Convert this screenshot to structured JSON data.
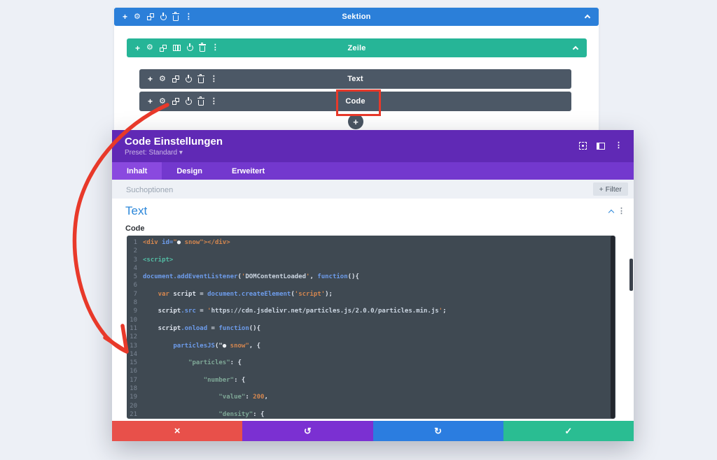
{
  "builder": {
    "section": {
      "label": "Sektion"
    },
    "row": {
      "label": "Zeile"
    },
    "modules": {
      "text": "Text",
      "code": "Code"
    },
    "add_button": "+"
  },
  "modal": {
    "title": "Code Einstellungen",
    "preset": "Preset: Standard",
    "preset_caret": "▾",
    "tabs": [
      "Inhalt",
      "Design",
      "Erweitert"
    ],
    "active_tab": "Inhalt",
    "search_placeholder": "Suchoptionen",
    "filter_button": "+ Filter",
    "section_heading": "Text",
    "field_label": "Code"
  },
  "icons": {
    "move": "+",
    "gear": "⚙",
    "dots": "⋮",
    "close": "×",
    "undo": "↺",
    "redo": "↻",
    "check": "✓"
  },
  "editor": {
    "lines": [
      {
        "n": 1,
        "ind": 0,
        "tok": [
          [
            "o",
            "<div "
          ],
          [
            "b",
            "id="
          ],
          [
            "o",
            "\""
          ],
          [
            "dot",
            "●"
          ],
          [
            "o",
            " snow\"></div>"
          ]
        ]
      },
      {
        "n": 2,
        "ind": 0,
        "tok": []
      },
      {
        "n": 3,
        "ind": 0,
        "tok": [
          [
            "g",
            "<script>"
          ]
        ]
      },
      {
        "n": 4,
        "ind": 0,
        "tok": []
      },
      {
        "n": 5,
        "ind": 0,
        "tok": [
          [
            "b",
            "document.addEventListener"
          ],
          [
            "w",
            "("
          ],
          [
            "o",
            "'"
          ],
          [
            "l",
            "DOMContentLoaded"
          ],
          [
            "o",
            "'"
          ],
          [
            "w",
            ", "
          ],
          [
            "b",
            "function"
          ],
          [
            "w",
            "(){"
          ]
        ]
      },
      {
        "n": 6,
        "ind": 0,
        "tok": []
      },
      {
        "n": 7,
        "ind": 4,
        "tok": [
          [
            "o",
            "var "
          ],
          [
            "w",
            "script = "
          ],
          [
            "b",
            "document.createElement"
          ],
          [
            "w",
            "("
          ],
          [
            "o",
            "'script'"
          ],
          [
            "w",
            ");"
          ]
        ]
      },
      {
        "n": 8,
        "ind": 0,
        "tok": []
      },
      {
        "n": 9,
        "ind": 4,
        "tok": [
          [
            "w",
            "script"
          ],
          [
            "b",
            ".src"
          ],
          [
            "w",
            " = "
          ],
          [
            "o",
            "'"
          ],
          [
            "l",
            "https://cdn.jsdelivr.net/particles.js/2.0.0/particles.min.js"
          ],
          [
            "o",
            "'"
          ],
          [
            "w",
            ";"
          ]
        ]
      },
      {
        "n": 10,
        "ind": 0,
        "tok": []
      },
      {
        "n": 11,
        "ind": 4,
        "tok": [
          [
            "w",
            "script"
          ],
          [
            "b",
            ".onload"
          ],
          [
            "w",
            " = "
          ],
          [
            "b",
            "function"
          ],
          [
            "w",
            "(){"
          ]
        ]
      },
      {
        "n": 12,
        "ind": 0,
        "tok": []
      },
      {
        "n": 13,
        "ind": 8,
        "tok": [
          [
            "b",
            "particlesJS"
          ],
          [
            "w",
            "(\""
          ],
          [
            "dot",
            "●"
          ],
          [
            "o",
            " snow\""
          ],
          [
            "w",
            ", {"
          ]
        ]
      },
      {
        "n": 14,
        "ind": 0,
        "tok": []
      },
      {
        "n": 15,
        "ind": 12,
        "tok": [
          [
            "k",
            "\"particles\""
          ],
          [
            "w",
            ": {"
          ]
        ]
      },
      {
        "n": 16,
        "ind": 0,
        "tok": []
      },
      {
        "n": 17,
        "ind": 16,
        "tok": [
          [
            "k",
            "\"number\""
          ],
          [
            "w",
            ": {"
          ]
        ]
      },
      {
        "n": 18,
        "ind": 0,
        "tok": []
      },
      {
        "n": 19,
        "ind": 20,
        "tok": [
          [
            "k",
            "\"value\""
          ],
          [
            "w",
            ": "
          ],
          [
            "n",
            "200"
          ],
          [
            "w",
            ","
          ]
        ]
      },
      {
        "n": 20,
        "ind": 0,
        "tok": []
      },
      {
        "n": 21,
        "ind": 20,
        "tok": [
          [
            "k",
            "\"density\""
          ],
          [
            "w",
            ": {"
          ]
        ]
      }
    ]
  },
  "colors": {
    "section_blue": "#2b7fd9",
    "row_green": "#26b597",
    "module_gray": "#4c5866",
    "modal_header_purple": "#6029b5",
    "tab_bar_purple": "#7338ce",
    "active_tab_purple": "#8a49df",
    "highlight_red": "#e8392a",
    "footer_close_red": "#e8504a",
    "footer_undo_purple": "#7b30d2",
    "footer_redo_blue": "#2b7de0",
    "footer_apply_green": "#2abd92",
    "editor_background": "#3f4952",
    "heading_blue": "#2b87da"
  }
}
